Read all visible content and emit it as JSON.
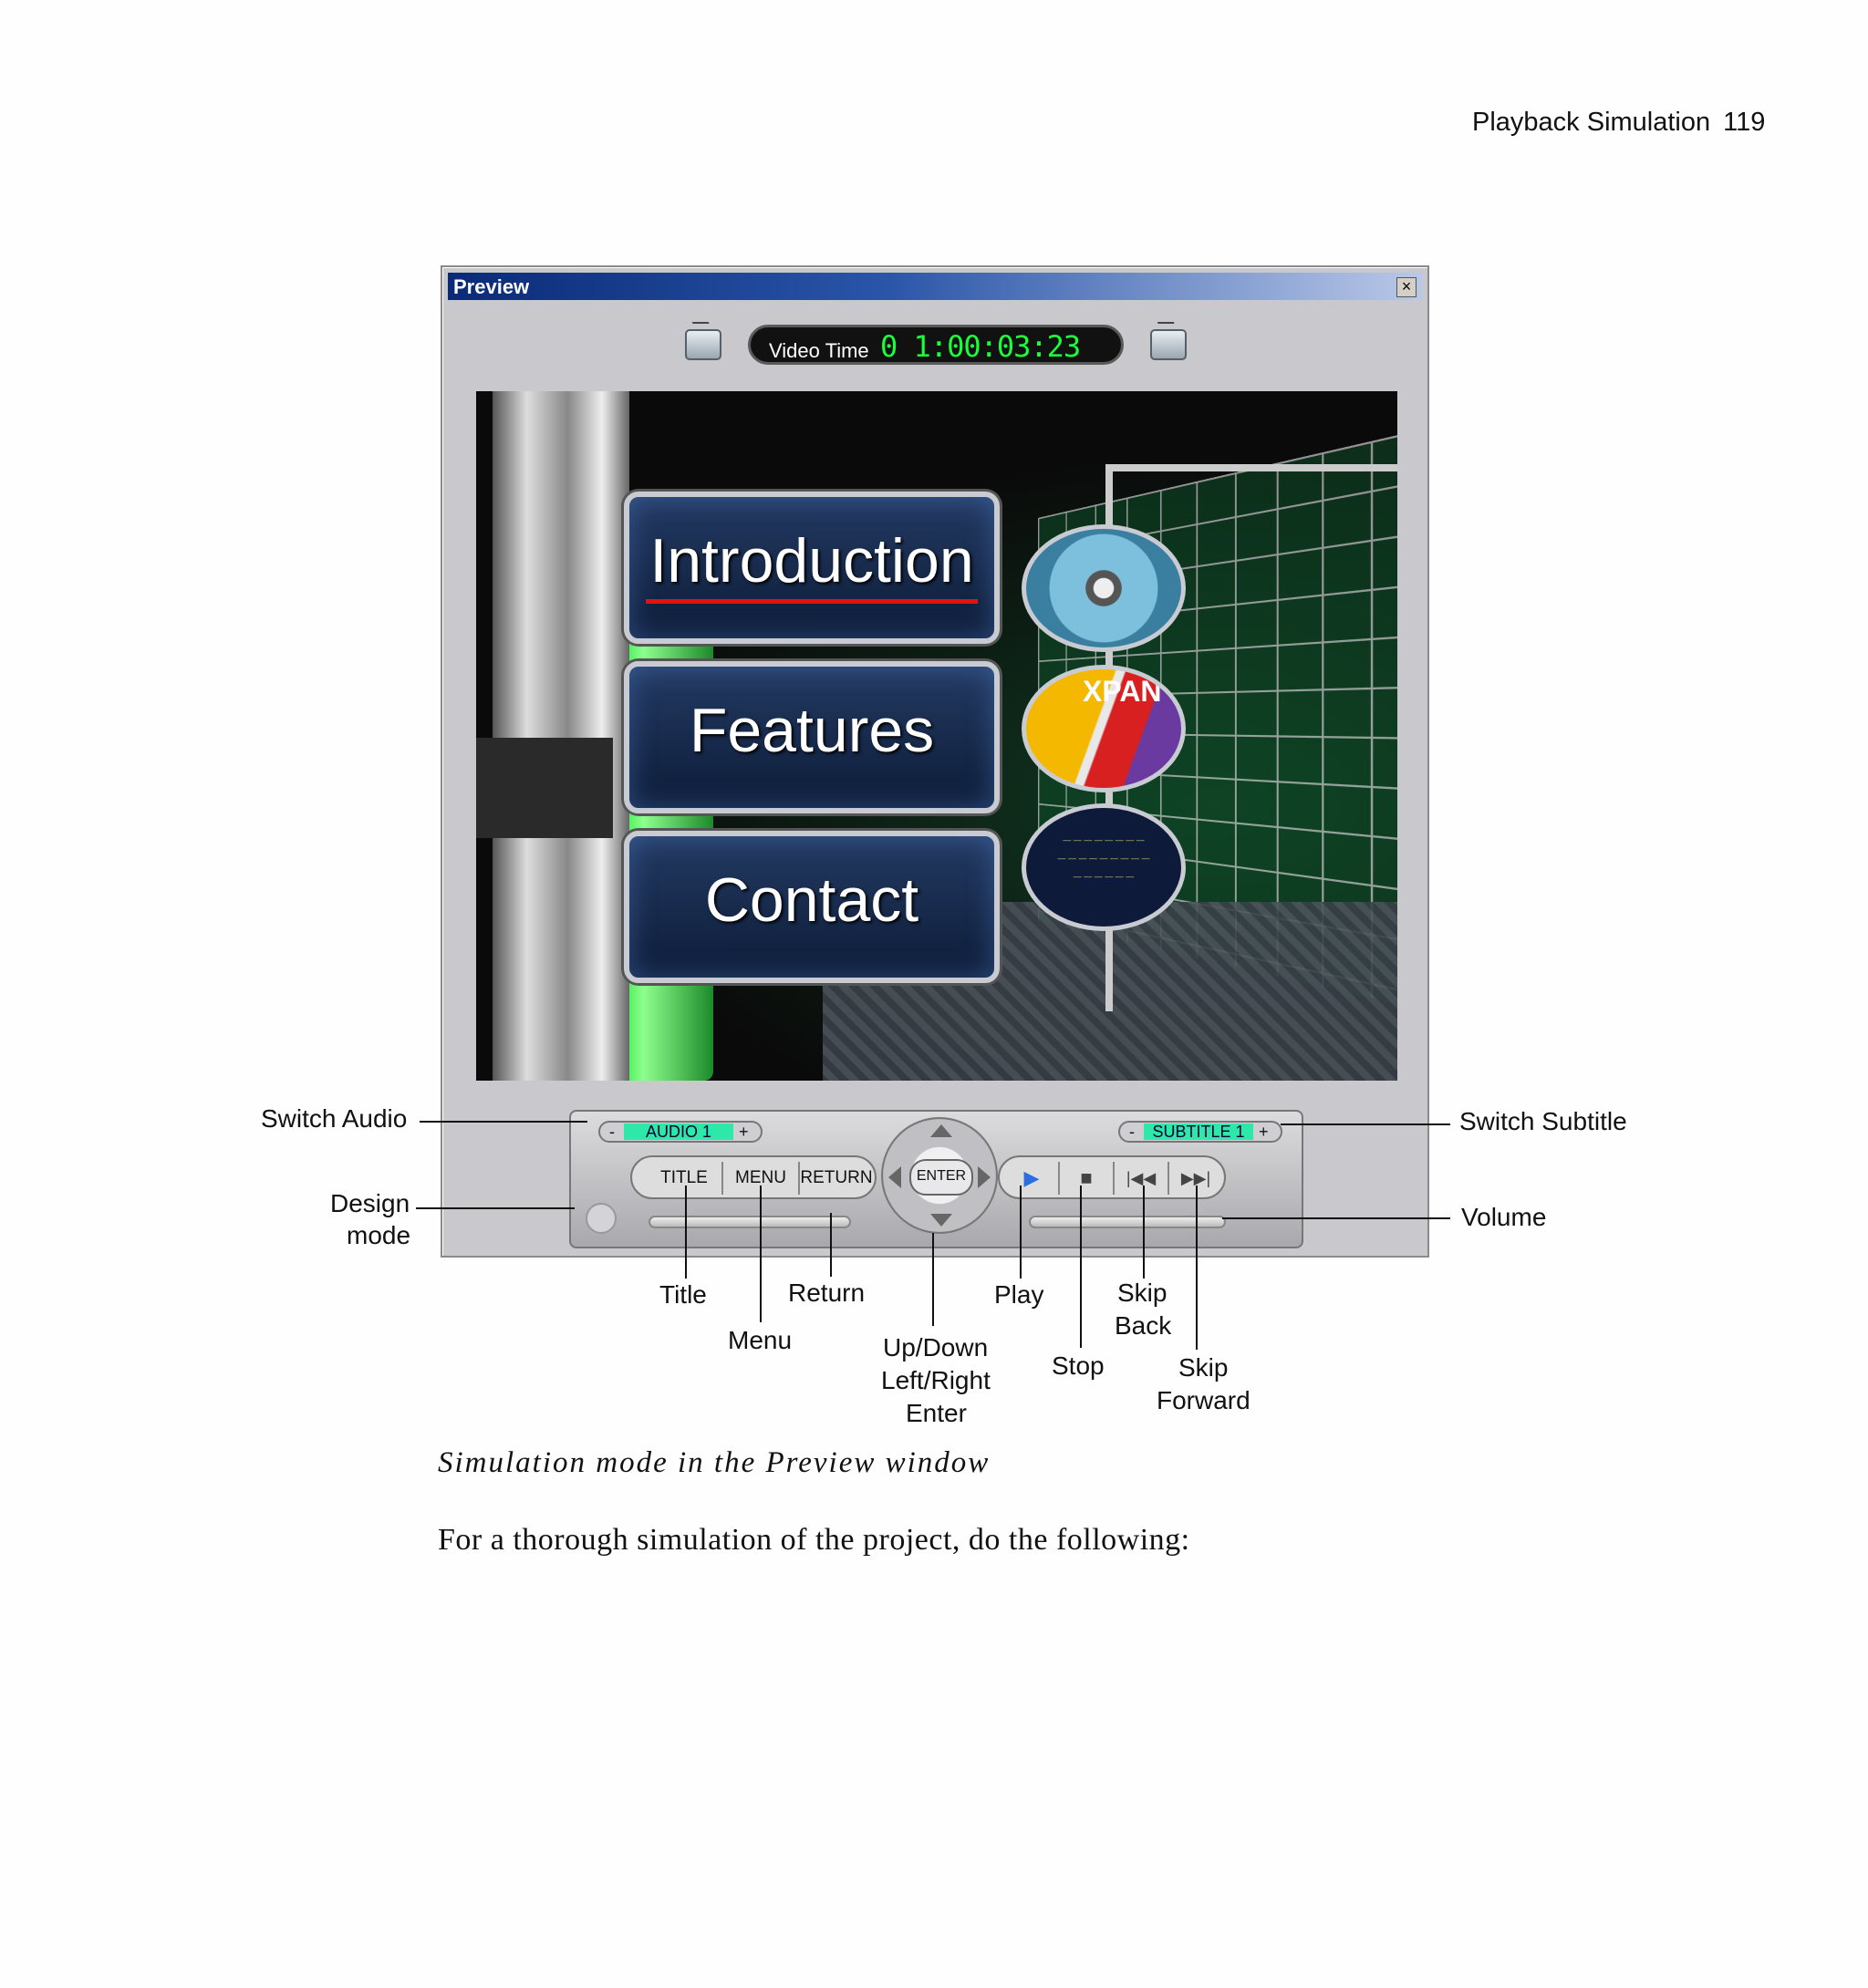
{
  "header": {
    "section": "Playback Simulation",
    "page": "119"
  },
  "window": {
    "title": "Preview",
    "close_glyph": "×",
    "video_time_label": "Video Time",
    "video_time_value": "0 1:00:03:23"
  },
  "menu_buttons": [
    "Introduction",
    "Features",
    "Contact"
  ],
  "disc_text": "XPAN",
  "controls": {
    "audio_display": "AUDIO 1",
    "subtitle_display": "SUBTITLE 1",
    "minus": "-",
    "plus": "+",
    "title_btn": "TITLE",
    "menu_btn": "MENU",
    "return_btn": "RETURN",
    "enter_btn": "ENTER",
    "play_glyph": "▶",
    "stop_glyph": "■",
    "skip_back_glyph": "|◀◀",
    "skip_forward_glyph": "▶▶|"
  },
  "callouts": {
    "switch_audio": "Switch Audio",
    "design_mode_1": "Design",
    "design_mode_2": "mode",
    "switch_subtitle": "Switch Subtitle",
    "volume": "Volume",
    "title": "Title",
    "menu": "Menu",
    "return": "Return",
    "nav_1": "Up/Down",
    "nav_2": "Left/Right",
    "nav_3": "Enter",
    "play": "Play",
    "stop": "Stop",
    "skip_back_1": "Skip",
    "skip_back_2": "Back",
    "skip_forward_1": "Skip",
    "skip_forward_2": "Forward"
  },
  "caption": "Simulation mode in the Preview window",
  "body_text": "For a thorough simulation of the project, do the following:",
  "colors": {
    "time_digits": "#1bff3a",
    "display_bg": "#2de8a8",
    "selected_underline": "#e01212",
    "titlebar": "#0a2a78"
  }
}
